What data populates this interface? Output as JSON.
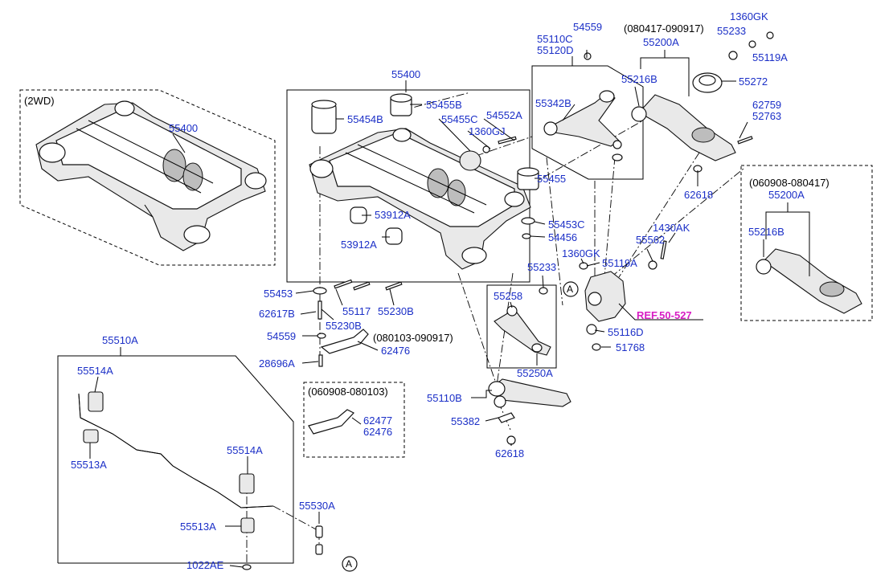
{
  "variant_labels": {
    "twowd": "(2WD)",
    "date_a": "(080417-090917)",
    "date_b": "(060908-080417)",
    "date_c": "(080103-090917)",
    "date_d": "(060908-080103)"
  },
  "reference": "REF.50-527",
  "callout_letter": "A",
  "part_numbers": {
    "p55400_left": "55400",
    "p55400_main": "55400",
    "p55455B": "55455B",
    "p55454B": "55454B",
    "p55455C": "55455C",
    "p54552A": "54552A",
    "p1360GJ": "1360GJ",
    "p55455": "55455",
    "p53912A_a": "53912A",
    "p53912A_b": "53912A",
    "p55453C": "55453C",
    "p54456": "54456",
    "p55453": "55453",
    "p55117": "55117",
    "p55230B_a": "55230B",
    "p62617B": "62617B",
    "p55230B_b": "55230B",
    "p54559_a": "54559",
    "p28696A": "28696A",
    "p62476_a": "62476",
    "p54559_top": "54559",
    "p55110C": "55110C",
    "p55120D": "55120D",
    "p55342B": "55342B",
    "p1360GK_top": "1360GK",
    "p55233_top": "55233",
    "p55119A_top": "55119A",
    "p55200A_top": "55200A",
    "p55216B_top": "55216B",
    "p55272": "55272",
    "p62759": "62759",
    "p52763": "52763",
    "p62618_top": "62618",
    "p55200A_right": "55200A",
    "p55216B_right": "55216B",
    "p1430AK": "1430AK",
    "p55562": "55562",
    "p1360GK_mid": "1360GK",
    "p55119A_mid": "55119A",
    "p55233_mid": "55233",
    "p55258": "55258",
    "p55116D": "55116D",
    "p51768": "51768",
    "p55250A": "55250A",
    "p55110B": "55110B",
    "p55382": "55382",
    "p62618_bot": "62618",
    "p55510A": "55510A",
    "p55514A_a": "55514A",
    "p55513A_a": "55513A",
    "p55514A_b": "55514A",
    "p55513A_b": "55513A",
    "p55530A": "55530A",
    "p1022AE": "1022AE",
    "p62477": "62477",
    "p62476_b": "62476"
  }
}
